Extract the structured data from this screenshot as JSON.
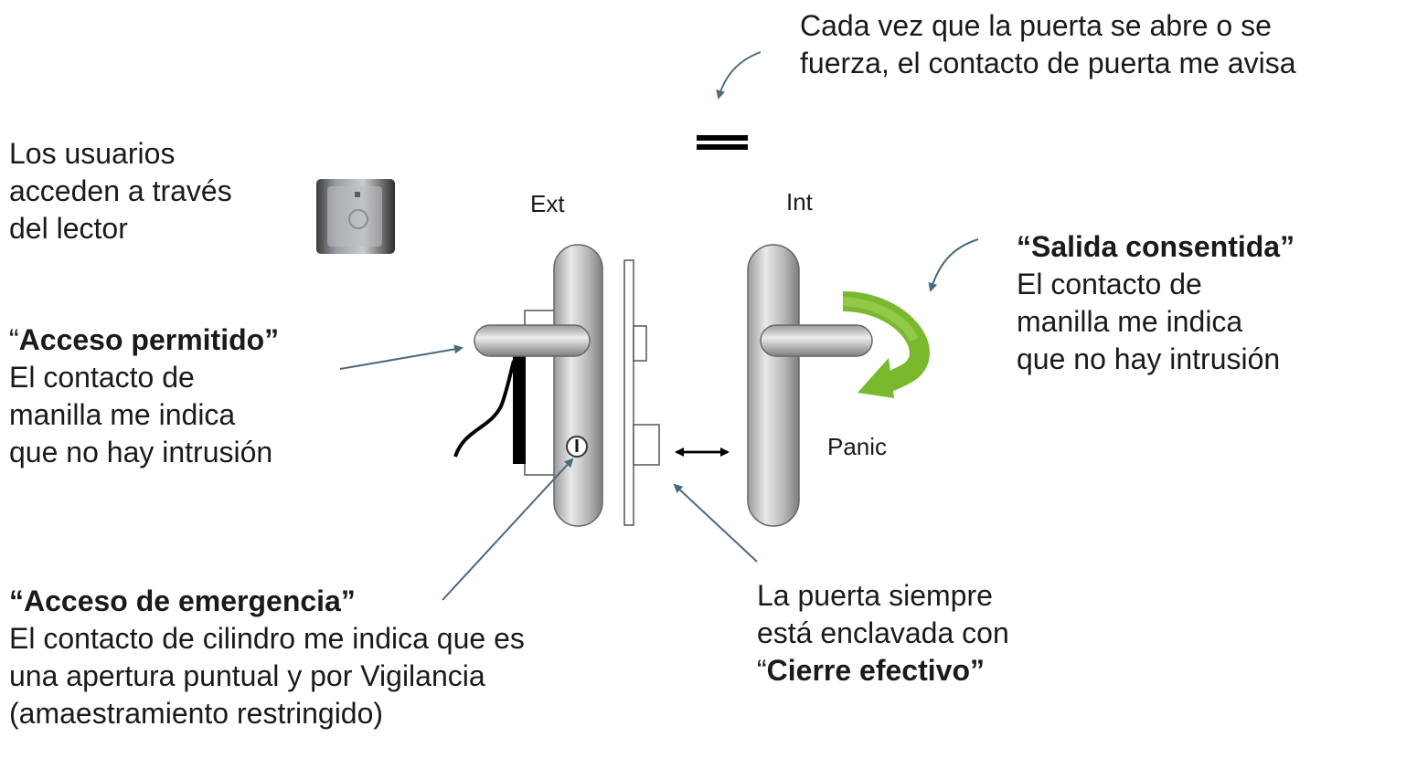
{
  "door_contact_note": {
    "line1": "Cada vez que la puerta se abre o se",
    "line2": "fuerza, el contacto de puerta me avisa"
  },
  "reader_note": {
    "line1": "Los usuarios",
    "line2": "acceden a través",
    "line3": "del lector"
  },
  "side_labels": {
    "exterior": "Ext",
    "interior": "Int",
    "panic": "Panic"
  },
  "access_permitted": {
    "quote_open": "“",
    "title": "Acceso permitido”",
    "line1": "El contacto de",
    "line2": "manilla me indica",
    "line3": "que no hay intrusión"
  },
  "exit_allowed": {
    "title": "“Salida consentida”",
    "line1": "El contacto de",
    "line2": "manilla me indica",
    "line3": "que no hay intrusión"
  },
  "emergency_access": {
    "title": "“Acceso de emergencia”",
    "line1": "El contacto de cilindro me indica que es",
    "line2": "una apertura puntual y por Vigilancia",
    "line3": "(amaestramiento restringido)"
  },
  "locked_note": {
    "line1": "La puerta siempre",
    "line2": "está enclavada con",
    "quote_open": "“",
    "bold": "Cierre efectivo”"
  },
  "colors": {
    "arrow": "#4a6a80",
    "metal_light": "#e6e6e6",
    "metal_dark": "#8d8d8d",
    "green_arrow": "#7ab82e"
  }
}
